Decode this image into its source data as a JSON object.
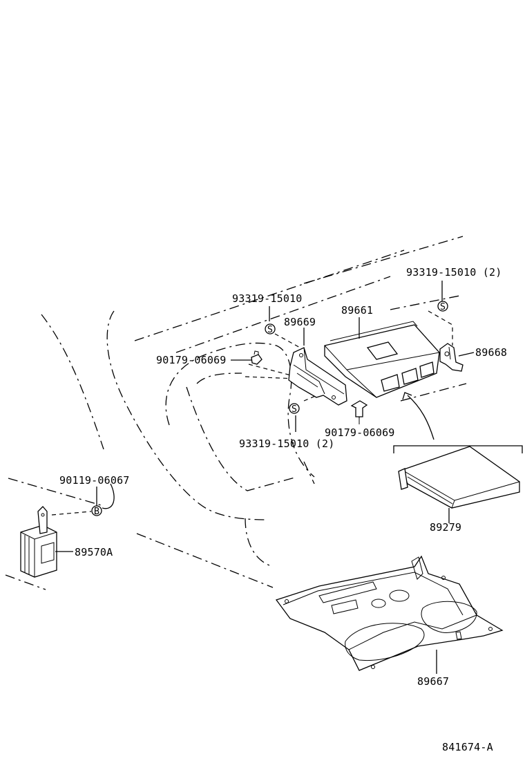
{
  "diagram_id": "841674-A",
  "parts": {
    "p93319_top_right": "93319-15010 (2)",
    "p93319_top": "93319-15010",
    "p89669": "89669",
    "p89661": "89661",
    "p89668": "89668",
    "p90179_left": "90179-06069",
    "p90179_bottom": "90179-06069",
    "p93319_bottom": "93319-15010 (2)",
    "p90119": "90119-06067",
    "p89570A": "89570A",
    "p89279": "89279",
    "p89667": "89667"
  },
  "symbols": {
    "s_mark": "S",
    "b_mark": "B"
  }
}
